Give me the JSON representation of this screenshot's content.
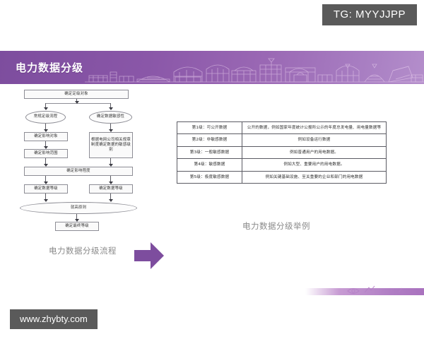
{
  "watermarks": {
    "tg_tag": "TG: MYYJJPP",
    "site_url": "www.zhybty.com"
  },
  "header": {
    "title": "电力数据分级",
    "banner_color": "#8a57a8",
    "skyline_icon": "city-skyline-lineart"
  },
  "flowchart": {
    "caption": "电力数据分级流程",
    "nodes": {
      "start": "确定定级对象",
      "left_branch": "常规定级流程",
      "right_branch": "确定数据敏感性",
      "left_1": "确定影响对象",
      "left_2": "确定影响范围",
      "right_1": "根据电网公司相关规章制度确定数据的敏感级别",
      "merge": "确定影响程度",
      "left_level": "确定数据等级",
      "right_level": "确定数据等级",
      "rule": "就高原则",
      "final": "确定最终等级"
    }
  },
  "arrow": {
    "name": "right-arrow",
    "color": "#7d4d9e"
  },
  "table": {
    "caption": "电力数据分级举例",
    "rows": [
      {
        "level": "第1级：可公开数据",
        "example": "公开的数据，例如国家年度统计公报所公示的年度总发电量、用电量数据等"
      },
      {
        "level": "第2级：非敏感数据",
        "example": "例如设备运行数据"
      },
      {
        "level": "第3级：一般敏感数据",
        "example": "例如普通用户的用电数据。"
      },
      {
        "level": "第4级：敏感数据",
        "example": "例如大型、重要用户的用电数据。"
      },
      {
        "level": "第5级：极度敏感数据",
        "example": "例如关键基础设施、至关重要的企业和部门的用电数据"
      }
    ]
  }
}
